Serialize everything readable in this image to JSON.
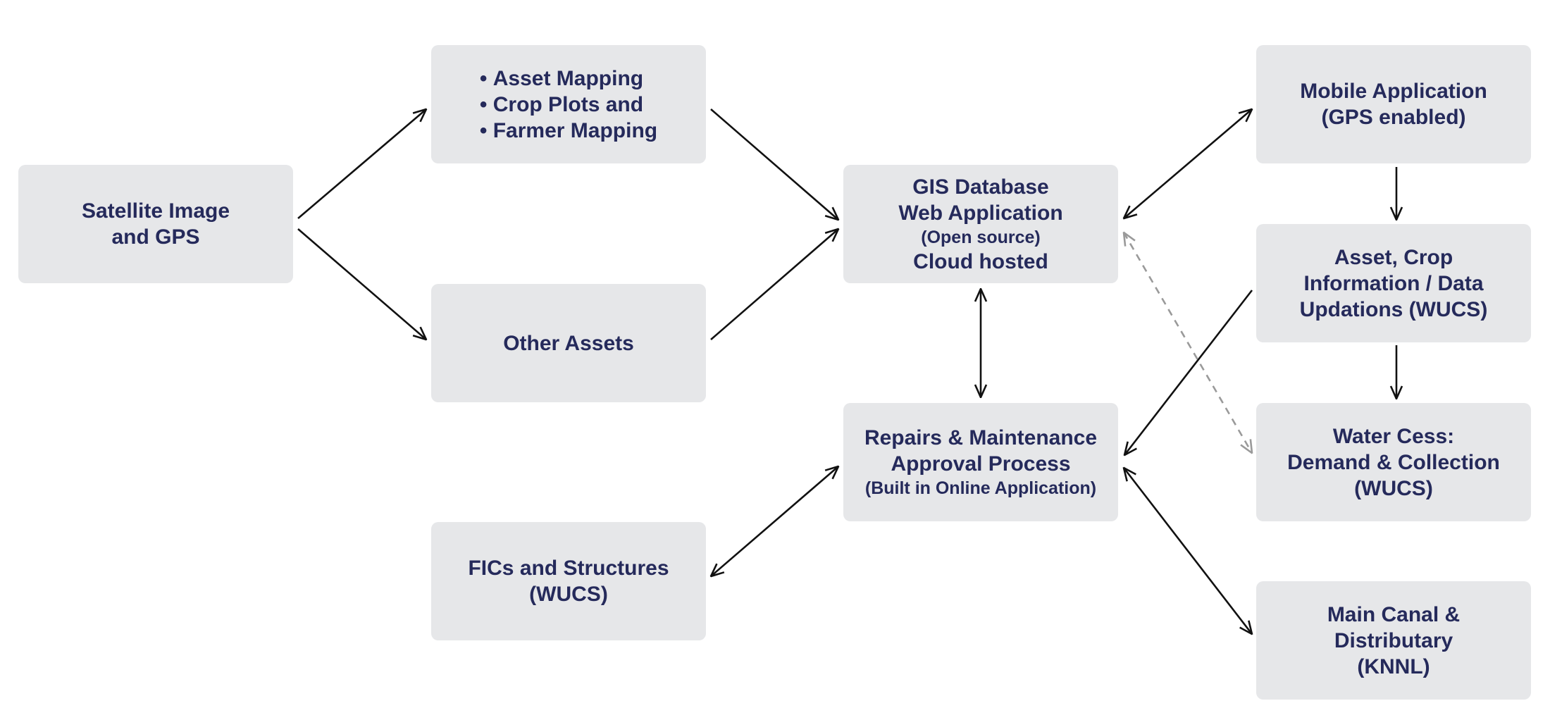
{
  "nodes": {
    "satellite": {
      "line1": "Satellite Image",
      "line2": "and GPS"
    },
    "mapping": {
      "items": [
        "Asset Mapping",
        "Crop Plots and",
        "Farmer Mapping"
      ]
    },
    "other_assets": {
      "label": "Other Assets"
    },
    "fics": {
      "line1": "FICs and Structures",
      "line2": "(WUCS)"
    },
    "gis": {
      "line1": "GIS Database",
      "line2": "Web Application",
      "line3": "(Open source)",
      "line4": "Cloud hosted"
    },
    "repairs": {
      "line1": "Repairs & Maintenance",
      "line2": "Approval Process",
      "line3": "(Built in Online Application)"
    },
    "mobile": {
      "line1": "Mobile Application",
      "line2": "(GPS enabled)"
    },
    "asset_crop": {
      "line1": "Asset, Crop",
      "line2": "Information / Data",
      "line3": "Updations (WUCS)"
    },
    "water_cess": {
      "line1": "Water Cess:",
      "line2": "Demand & Collection",
      "line3": "(WUCS)"
    },
    "main_canal": {
      "line1": "Main Canal &",
      "line2": "Distributary",
      "line3": "(KNNL)"
    }
  },
  "colors": {
    "box_fill": "#e6e7e9",
    "text": "#252a5b",
    "arrow": "#111111",
    "dashed_arrow": "#9a9a9a"
  }
}
